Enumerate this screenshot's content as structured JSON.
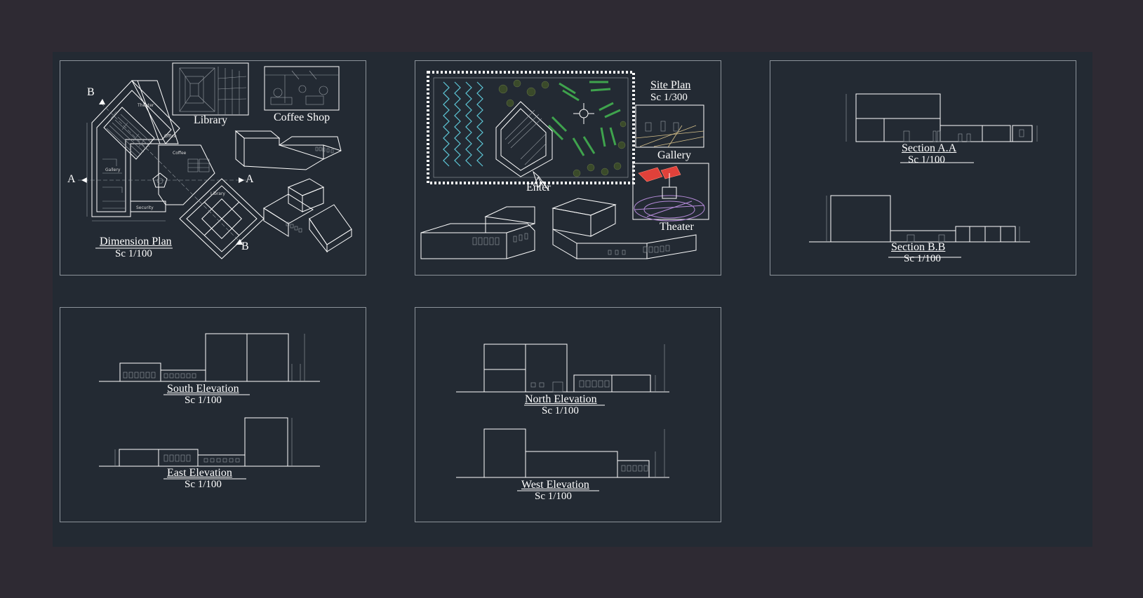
{
  "sheets": {
    "plan": {
      "title": "Dimension Plan",
      "scale": "Sc 1/100",
      "section_marks": [
        "B",
        "A",
        "A",
        "B"
      ],
      "rooms": [
        "Theater",
        "Office",
        "Coffee",
        "Gallery",
        "Library",
        "Security"
      ],
      "vignettes": [
        "Library",
        "Coffee Shop"
      ]
    },
    "site": {
      "title": "Site Plan",
      "scale": "Sc 1/300",
      "enter": "Enter",
      "vignettes": [
        "Gallery",
        "Theater"
      ]
    },
    "sections": {
      "a_title": "Section A.A",
      "a_scale": "Sc 1/100",
      "b_title": "Section B.B",
      "b_scale": "Sc 1/100"
    },
    "elev1": {
      "south_title": "South Elevation",
      "south_scale": "Sc 1/100",
      "east_title": "East Elevation",
      "east_scale": "Sc 1/100"
    },
    "elev2": {
      "north_title": "North Elevation",
      "north_scale": "Sc 1/100",
      "west_title": "West Elevation",
      "west_scale": "Sc 1/100"
    }
  },
  "colors": {
    "background": "#2e2a33",
    "drawing_area": "#232a33",
    "line": "#ffffff",
    "frame": "#8c939a",
    "tree_cyan": "#5ec8d8",
    "green": "#3fa34d",
    "gallery_red": "#e0413a",
    "theater_purple": "#b48ad8"
  }
}
